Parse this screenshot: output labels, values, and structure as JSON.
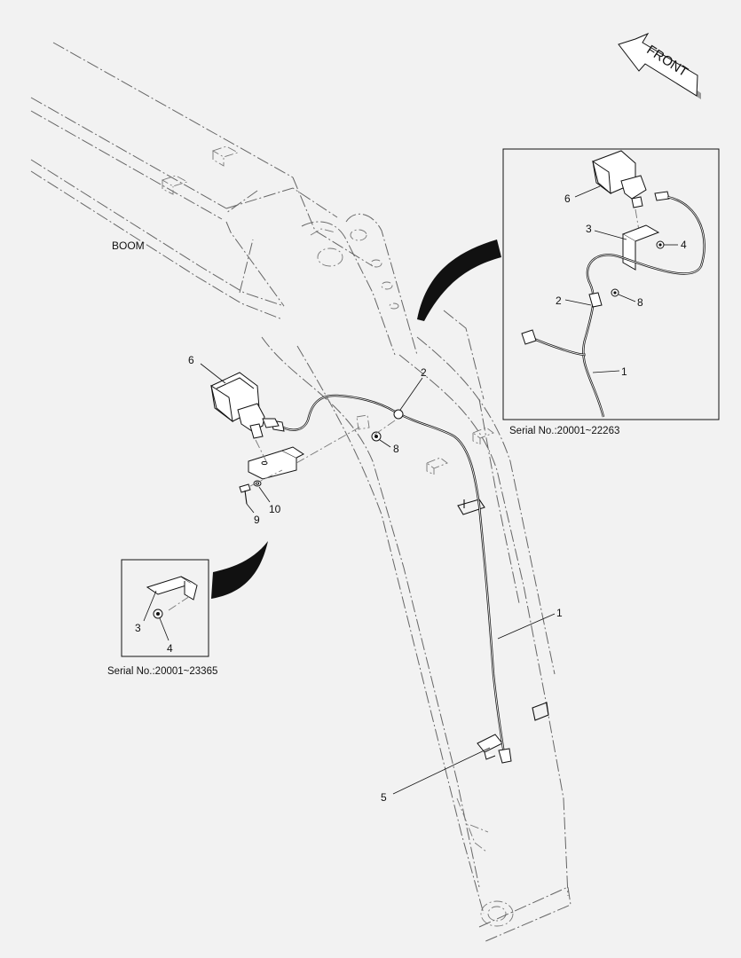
{
  "diagram": {
    "boom_label": "BOOM",
    "front_label": "FRONT",
    "callouts_main": [
      "6",
      "2",
      "8",
      "9",
      "10",
      "1",
      "5"
    ],
    "inset_right": {
      "callouts": [
        "6",
        "3",
        "4",
        "2",
        "8",
        "1"
      ],
      "caption": "Serial No.:20001~22263"
    },
    "inset_left": {
      "callouts": [
        "3",
        "4"
      ],
      "caption": "Serial No.:20001~23365"
    }
  }
}
